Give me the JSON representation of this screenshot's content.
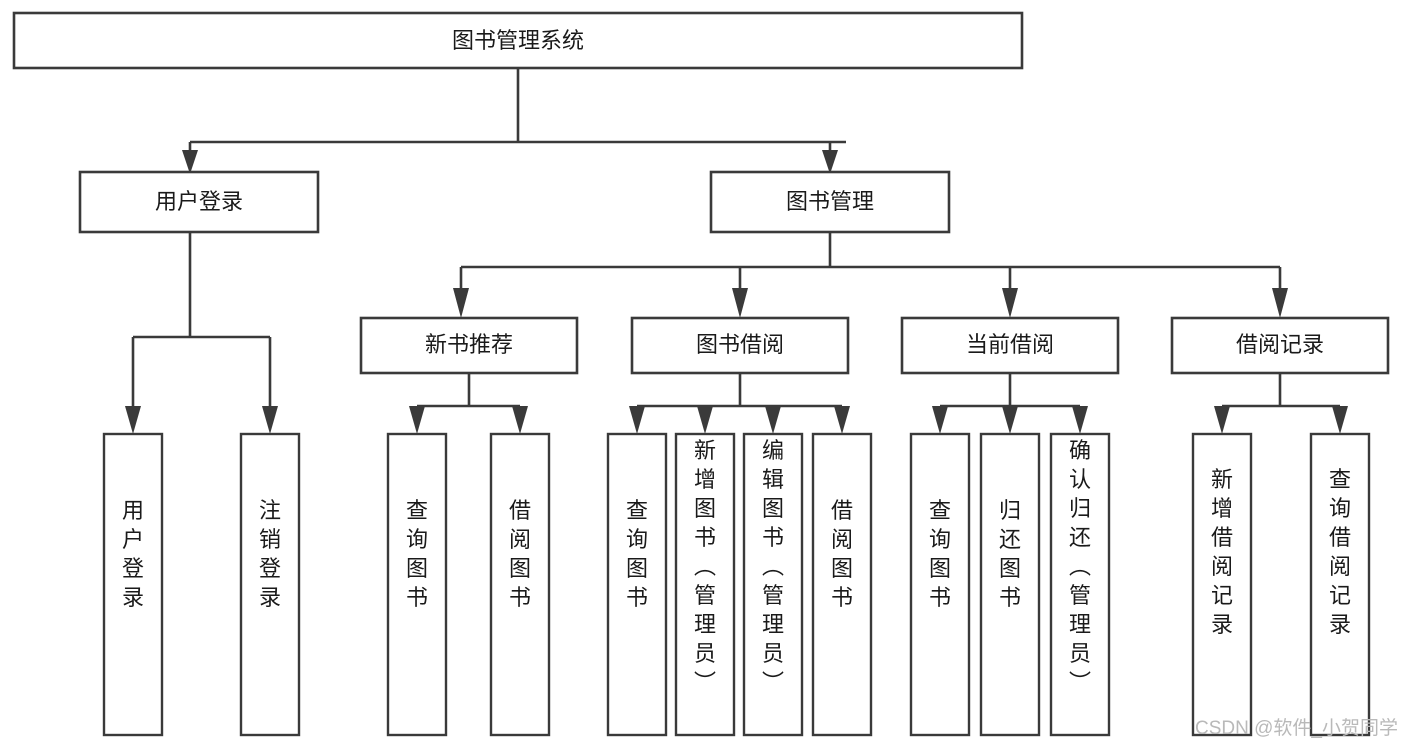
{
  "diagram": {
    "title": "图书管理系统",
    "type": "tree-hierarchy",
    "root": {
      "label": "图书管理系统"
    },
    "level1": [
      {
        "label": "用户登录"
      },
      {
        "label": "图书管理"
      }
    ],
    "level2": [
      {
        "label": "新书推荐"
      },
      {
        "label": "图书借阅"
      },
      {
        "label": "当前借阅"
      },
      {
        "label": "借阅记录"
      }
    ],
    "leaves": {
      "user_login": [
        {
          "label": "用户登录"
        },
        {
          "label": "注销登录"
        }
      ],
      "new_book_recommend": [
        {
          "label": "查询图书"
        },
        {
          "label": "借阅图书"
        }
      ],
      "book_borrow": [
        {
          "label": "查询图书"
        },
        {
          "label": "新增图书（管理员）"
        },
        {
          "label": "编辑图书（管理员）"
        },
        {
          "label": "借阅图书"
        }
      ],
      "current_borrow": [
        {
          "label": "查询图书"
        },
        {
          "label": "归还图书"
        },
        {
          "label": "确认归还（管理员）"
        }
      ],
      "borrow_record": [
        {
          "label": "新增借阅记录"
        },
        {
          "label": "查询借阅记录"
        }
      ]
    },
    "watermark": "CSDN @软件_小贺同学",
    "colors": {
      "box_stroke": "#3a3a3a",
      "box_fill": "#ffffff",
      "text": "#1a1a1a",
      "connector": "#3a3a3a",
      "watermark": "#b9b9b9",
      "background": "#ffffff"
    }
  }
}
